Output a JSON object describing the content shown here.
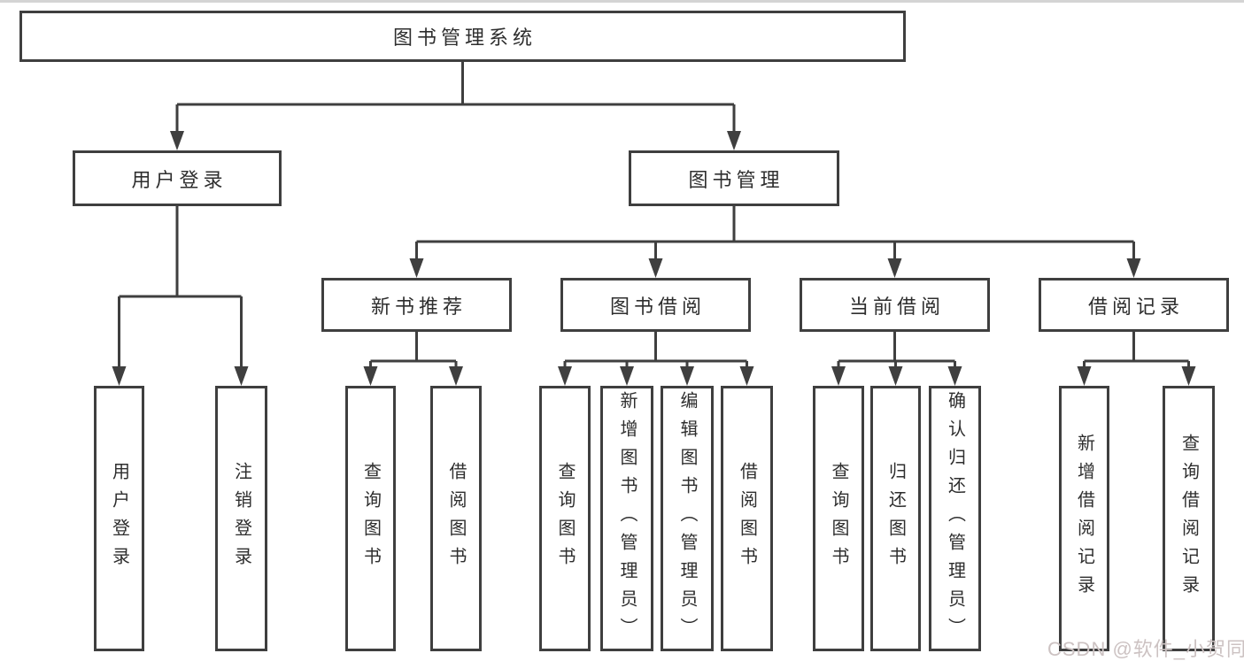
{
  "diagram": {
    "root": {
      "label": "图书管理系统"
    },
    "level2": [
      {
        "label": "用户登录"
      },
      {
        "label": "图书管理"
      }
    ],
    "level3": [
      {
        "label": "新书推荐"
      },
      {
        "label": "图书借阅"
      },
      {
        "label": "当前借阅"
      },
      {
        "label": "借阅记录"
      }
    ],
    "leaves": {
      "user_login": [
        {
          "label": "用户登录"
        },
        {
          "label": "注销登录"
        }
      ],
      "new_book_recommend": [
        {
          "label": "查询图书"
        },
        {
          "label": "借阅图书"
        }
      ],
      "book_borrow": [
        {
          "label": "查询图书"
        },
        {
          "label": "新增图书（管理员）"
        },
        {
          "label": "编辑图书（管理员）"
        },
        {
          "label": "借阅图书"
        }
      ],
      "current_borrow": [
        {
          "label": "查询图书"
        },
        {
          "label": "归还图书"
        },
        {
          "label": "确认归还（管理员）"
        }
      ],
      "borrow_records": [
        {
          "label": "新增借阅记录"
        },
        {
          "label": "查询借阅记录"
        }
      ]
    },
    "watermark": "CSDN @软件_小贺同学",
    "colors": {
      "line": "#3f3f3f",
      "text": "#2e2e2e",
      "watermark": "#ccc2c2",
      "background": "#ffffff"
    }
  }
}
